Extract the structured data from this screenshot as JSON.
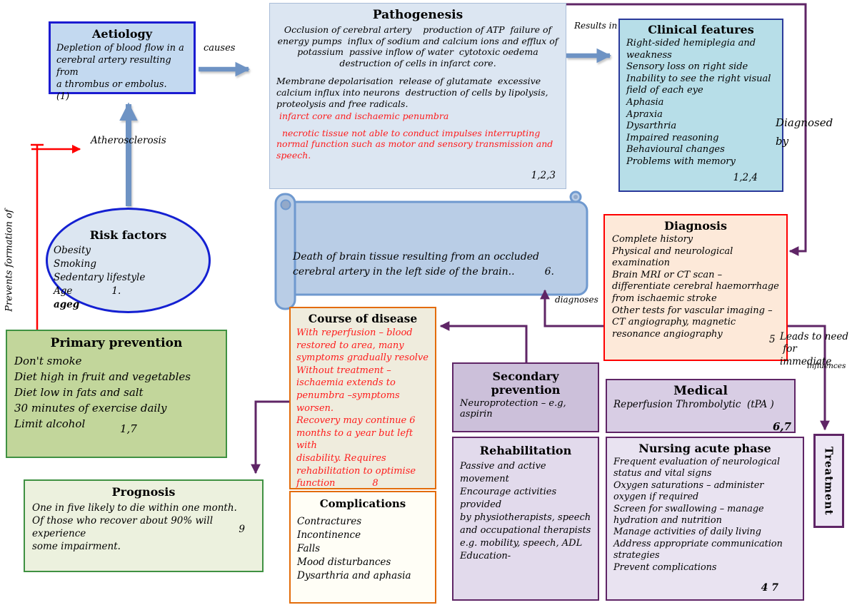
{
  "boxes": {
    "aetiology": {
      "title": "Aetiology",
      "body": "Depletion of blood flow in a\ncerebral artery resulting from\na thrombus or embolus.    (1)"
    },
    "pathogenesis": {
      "title": "Pathogenesis",
      "para1": "Occlusion of cerebral artery    production of ATP  failure of energy pumps  influx of sodium and calcium ions and efflux of potassium  passive inflow of water  cytotoxic oedema  destruction of cells in infarct core.",
      "para2": "Membrane depolarisation  release of glutamate  excessive calcium influx into neurons  destruction of cells by lipolysis, proteolysis and free radicals.",
      "red1": " infarct core and ischaemic penumbra",
      "red2": "  necrotic tissue not able to conduct impulses interrupting normal function such as motor and sensory transmission and speech.",
      "ref": "1,2,3"
    },
    "clinical_features": {
      "title": "Clinical features",
      "items": [
        "Right-sided hemiplegia and weakness",
        "Sensory loss on right side",
        "Inability to see the right visual field of each eye",
        "Aphasia",
        "Apraxia",
        "Dysarthria",
        "Impaired reasoning",
        "Behavioural changes",
        "Problems with memory"
      ],
      "ref": "1,2,4"
    },
    "risk_factors": {
      "title": "Risk factors",
      "items": [
        "Obesity",
        "Smoking",
        "Sedentary lifestyle"
      ],
      "age": "Age",
      "age_ref": "1.",
      "extra": "ageg"
    },
    "primary_prevention": {
      "title": "Primary prevention",
      "items": [
        "Don't smoke",
        "Diet high in fruit and vegetables",
        "Diet low in fats and salt",
        "30 minutes of exercise daily",
        "Limit alcohol"
      ],
      "ref": "1,7"
    },
    "prognosis": {
      "title": "Prognosis",
      "body": "One in five likely to die within one month.\nOf those who recover about 90% will experience\nsome impairment.",
      "ref": "9"
    },
    "course": {
      "title": "Course of disease",
      "body": "With reperfusion – blood\nrestored to area, many\nsymptoms gradually resolve\nWithout treatment –\nischaemia extends to\npenumbra –symptoms worsen.\nRecovery may continue 6\nmonths to a year but left with\ndisability. Requires\nrehabilitation to optimise\nfunction",
      "ref": "8"
    },
    "complications": {
      "title": "Complications",
      "items": [
        "Contractures",
        "Incontinence",
        "Falls",
        "Mood disturbances",
        "Dysarthria and aphasia"
      ]
    },
    "definition_scroll": {
      "body": "Death of brain tissue resulting from an occluded\ncerebral artery in the left side of the brain..",
      "ref": "6."
    },
    "diagnosis": {
      "title": "Diagnosis",
      "items": [
        "Complete history",
        "Physical and neurological examination",
        "Brain MRI or CT scan –differentiate cerebral haemorrhage from ischaemic stroke",
        "Other tests for vascular imaging – CT angiography, magnetic resonance angiography"
      ],
      "ref": "5"
    },
    "secondary_prevention": {
      "title": "Secondary prevention",
      "body": "Neuroprotection – e.g, aspirin"
    },
    "medical": {
      "title": "Medical",
      "body": "Reperfusion Thrombolytic  (tPA )",
      "ref": "6,7"
    },
    "rehabilitation": {
      "title": "Rehabilitation",
      "body": "Passive and active movement\nEncourage activities provided\nby physiotherapists, speech\nand occupational therapists\ne.g. mobility, speech, ADL\nEducation-"
    },
    "nursing": {
      "title": "Nursing acute phase",
      "items": [
        "Frequent evaluation of neurological status and vital signs",
        "Oxygen saturations – administer oxygen if required",
        "Screen for swallowing – manage hydration and nutrition",
        "Manage activities of daily living",
        "Address appropriate communication strategies",
        "Prevent complications"
      ],
      "ref": "4 7"
    },
    "treatment": {
      "title": "Treatment"
    }
  },
  "labels": {
    "causes": "causes",
    "results_in": "Results in",
    "diagnosed_by": "Diagnosed\nby",
    "atherosclerosis": "Atherosclerosis",
    "prevents_formation": "Prevents formation of",
    "diagnoses": "diagnoses",
    "leads_to_need": "Leads to need\n for\nimmediate",
    "influences": "influences"
  },
  "colors": {
    "aetiology_fill": "#c3d9f0",
    "aetiology_border": "#1b1bd1",
    "pathogenesis_fill": "#dce6f2",
    "clinical_fill": "#b7dee8",
    "clinical_border": "#2b3a9b",
    "scroll_fill": "#b9cde6",
    "scroll_border": "#6f99cf",
    "green_fill": "#c2d69b",
    "green_border": "#3f9142",
    "pale_green_fill": "#ecf1de",
    "cream_fill": "#efecdd",
    "orange_border": "#e36c0a",
    "peach_fill": "#fde9d9",
    "red_border": "#fe0000",
    "purple_border": "#5f2566",
    "lavender_fill": "#ccc0da",
    "red_text": "#fe1b1b",
    "blue_arrow": "#6e93c4",
    "red_arrow": "#ff0000"
  }
}
